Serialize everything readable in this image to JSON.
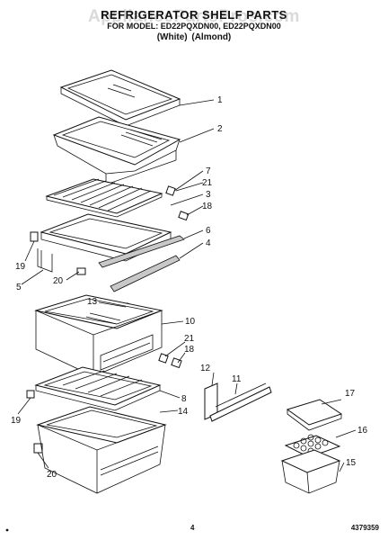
{
  "header": {
    "watermark": "AppliancePartsPros.com",
    "title": "REFRIGERATOR SHELF PARTS",
    "models": "FOR MODEL: ED22PQXDN00, ED22PQXDN00",
    "variants": "(White)          (Almond)"
  },
  "callouts": [
    {
      "id": "c1",
      "text": "1"
    },
    {
      "id": "c2",
      "text": "2"
    },
    {
      "id": "c7",
      "text": "7"
    },
    {
      "id": "c21a",
      "text": "21"
    },
    {
      "id": "c3",
      "text": "3"
    },
    {
      "id": "c18a",
      "text": "18"
    },
    {
      "id": "c6",
      "text": "6"
    },
    {
      "id": "c4",
      "text": "4"
    },
    {
      "id": "c19a",
      "text": "19"
    },
    {
      "id": "c5",
      "text": "5"
    },
    {
      "id": "c20a",
      "text": "20"
    },
    {
      "id": "c13",
      "text": "13"
    },
    {
      "id": "c10",
      "text": "10"
    },
    {
      "id": "c21b",
      "text": "21"
    },
    {
      "id": "c18b",
      "text": "18"
    },
    {
      "id": "c12",
      "text": "12"
    },
    {
      "id": "c11",
      "text": "11"
    },
    {
      "id": "c17",
      "text": "17"
    },
    {
      "id": "c8",
      "text": "8"
    },
    {
      "id": "c14",
      "text": "14"
    },
    {
      "id": "c19b",
      "text": "19"
    },
    {
      "id": "c16",
      "text": "16"
    },
    {
      "id": "c15",
      "text": "15"
    },
    {
      "id": "c20b",
      "text": "20"
    }
  ],
  "footer": {
    "page": "4",
    "doc_number": "4379359"
  }
}
